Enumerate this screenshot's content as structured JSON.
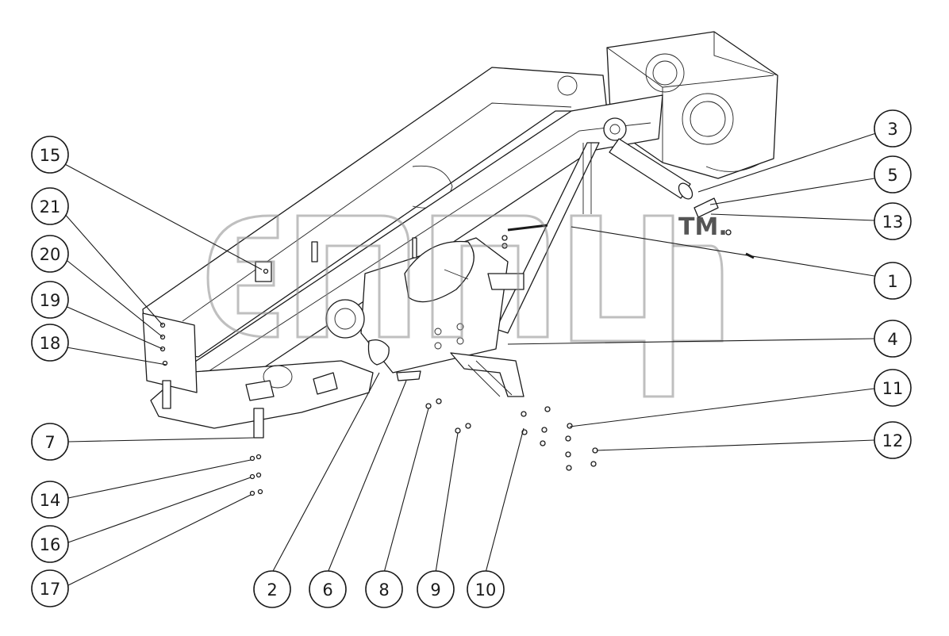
{
  "watermark": {
    "trademark": "TM."
  },
  "callouts": [
    {
      "id": "c1",
      "label": "1"
    },
    {
      "id": "c2",
      "label": "2"
    },
    {
      "id": "c3",
      "label": "3"
    },
    {
      "id": "c4",
      "label": "4"
    },
    {
      "id": "c5",
      "label": "5"
    },
    {
      "id": "c6",
      "label": "6"
    },
    {
      "id": "c7",
      "label": "7"
    },
    {
      "id": "c8",
      "label": "8"
    },
    {
      "id": "c9",
      "label": "9"
    },
    {
      "id": "c10",
      "label": "10"
    },
    {
      "id": "c11",
      "label": "11"
    },
    {
      "id": "c12",
      "label": "12"
    },
    {
      "id": "c13",
      "label": "13"
    },
    {
      "id": "c14",
      "label": "14"
    },
    {
      "id": "c15",
      "label": "15"
    },
    {
      "id": "c16",
      "label": "16"
    },
    {
      "id": "c17",
      "label": "17"
    },
    {
      "id": "c18",
      "label": "18"
    },
    {
      "id": "c19",
      "label": "19"
    },
    {
      "id": "c20",
      "label": "20"
    },
    {
      "id": "c21",
      "label": "21"
    }
  ]
}
